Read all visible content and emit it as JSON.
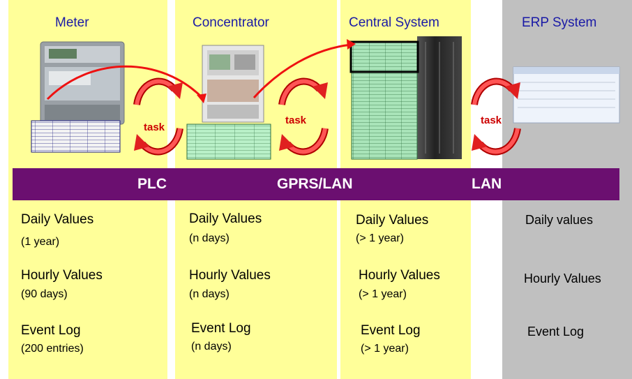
{
  "columns": {
    "meter": {
      "heading": "Meter",
      "items": [
        {
          "title": "Daily Values",
          "sub": "(1 year)"
        },
        {
          "title": "Hourly Values",
          "sub": "(90 days)"
        },
        {
          "title": "Event Log",
          "sub": "(200 entries)"
        }
      ]
    },
    "concentrator": {
      "heading": "Concentrator",
      "items": [
        {
          "title": "Daily Values",
          "sub": "(n days)"
        },
        {
          "title": "Hourly Values",
          "sub": "(n days)"
        },
        {
          "title": "Event Log",
          "sub": "(n days)"
        }
      ]
    },
    "central": {
      "heading": "Central System",
      "items": [
        {
          "title": "Daily Values",
          "sub": "(> 1 year)"
        },
        {
          "title": "Hourly Values",
          "sub": "(> 1 year)"
        },
        {
          "title": "Event Log",
          "sub": "(> 1 year)"
        }
      ]
    },
    "erp": {
      "heading": "ERP System",
      "items": [
        {
          "title": "Daily values"
        },
        {
          "title": "Hourly Values"
        },
        {
          "title": "Event Log"
        }
      ]
    }
  },
  "network": {
    "plc": "PLC",
    "gprs": "GPRS/LAN",
    "lan": "LAN"
  },
  "task_label": "task",
  "colors": {
    "column_yellow": "#ffff99",
    "column_grey": "#c0c0c0",
    "network_bar": "#6b0f70",
    "heading_text": "#1a1aa6",
    "arrow_red": "#ee1111",
    "table_green": "#b9f0c8"
  }
}
